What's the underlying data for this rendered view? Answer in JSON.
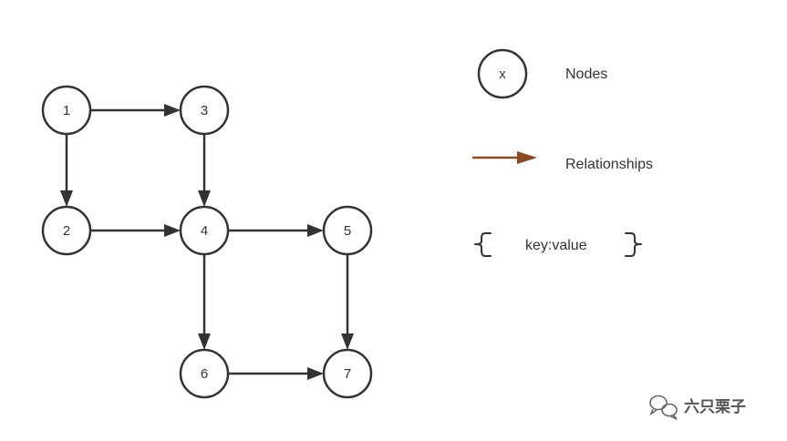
{
  "nodes": [
    {
      "id": "n1",
      "label": "1"
    },
    {
      "id": "n2",
      "label": "2"
    },
    {
      "id": "n3",
      "label": "3"
    },
    {
      "id": "n4",
      "label": "4"
    },
    {
      "id": "n5",
      "label": "5"
    },
    {
      "id": "n6",
      "label": "6"
    },
    {
      "id": "n7",
      "label": "7"
    }
  ],
  "edges": [
    {
      "from": "1",
      "to": "3"
    },
    {
      "from": "1",
      "to": "2"
    },
    {
      "from": "3",
      "to": "4"
    },
    {
      "from": "2",
      "to": "4"
    },
    {
      "from": "4",
      "to": "5"
    },
    {
      "from": "4",
      "to": "6"
    },
    {
      "from": "5",
      "to": "7"
    },
    {
      "from": "6",
      "to": "7"
    }
  ],
  "legend": {
    "node_symbol": "x",
    "nodes_label": "Nodes",
    "relationships_label": "Relationships",
    "relationship_color": "#8B4A1C",
    "property_text": "key:value"
  },
  "watermark": {
    "text": "六只栗子",
    "icon": "wechat-icon"
  }
}
